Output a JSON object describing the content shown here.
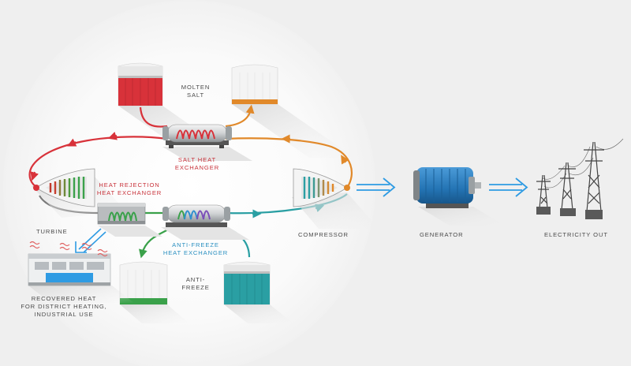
{
  "colors": {
    "hot": "#d8323a",
    "warm": "#e1892a",
    "cold_green": "#3aa14a",
    "cold_teal": "#2a9fa3",
    "flow_blue": "#2e9be3",
    "motor_blue": "#2474b4",
    "label_gray": "#4a4a4a",
    "label_red": "#c8323a",
    "label_blue": "#2a8fc0"
  },
  "labels": {
    "molten_salt": [
      "MOLTEN",
      "SALT"
    ],
    "salt_heat_exchanger": [
      "SALT HEAT",
      "EXCHANGER"
    ],
    "heat_rejection_heat_exchanger": [
      "HEAT REJECTION",
      "HEAT EXCHANGER"
    ],
    "turbine": "TURBINE",
    "compressor": "COMPRESSOR",
    "generator": "GENERATOR",
    "electricity_out": "ELECTRICITY OUT",
    "anti_freeze_heat_exchanger": [
      "ANTI-FREEZE",
      "HEAT EXCHANGER"
    ],
    "anti_freeze": [
      "ANTI-",
      "FREEZE"
    ],
    "recovered_heat": [
      "RECOVERED HEAT",
      "FOR DISTRICT HEATING,",
      "INDUSTRIAL USE"
    ]
  },
  "icons": {
    "hot_salt_tank": "tank-icon",
    "warm_salt_tank": "tank-icon",
    "salt_heat_exchanger": "heat-exchanger-icon",
    "heat_rejection_exchanger": "heat-exchanger-icon",
    "anti_freeze_exchanger": "heat-exchanger-icon",
    "turbine": "turbine-icon",
    "compressor": "compressor-icon",
    "generator": "electric-motor-icon",
    "transmission_towers": "power-pylon-icon",
    "building": "factory-building-icon",
    "anti_freeze_tanks": "tank-icon"
  }
}
